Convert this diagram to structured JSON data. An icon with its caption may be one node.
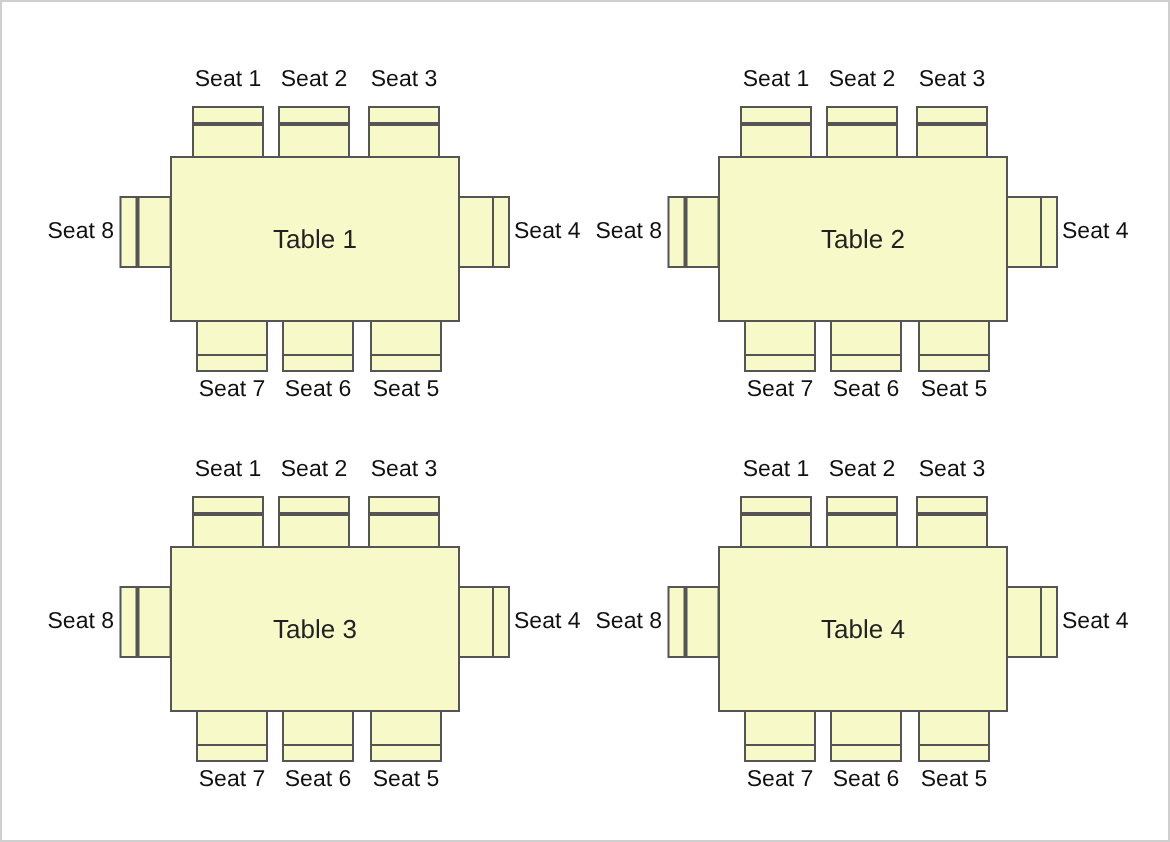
{
  "diagram": {
    "nodes": [
      {
        "text": [
          "Table 1"
        ]
      },
      {
        "text": [
          "Seat 1"
        ]
      },
      {
        "text": [
          "Seat 2"
        ]
      },
      {
        "text": [
          "Seat 3"
        ]
      },
      {
        "text": [
          "Seat 4"
        ]
      },
      {
        "text": [
          "Seat 5"
        ]
      },
      {
        "text": [
          "Seat 6"
        ]
      },
      {
        "text": [
          "Seat 7"
        ]
      },
      {
        "text": [
          "Seat 8"
        ]
      },
      {
        "text": [
          "Table 2"
        ]
      },
      {
        "text": [
          "Seat 1"
        ]
      },
      {
        "text": [
          "Seat 2"
        ]
      },
      {
        "text": [
          "Seat 3"
        ]
      },
      {
        "text": [
          "Seat 4"
        ]
      },
      {
        "text": [
          "Seat 5"
        ]
      },
      {
        "text": [
          "Seat 6"
        ]
      },
      {
        "text": [
          "Seat 7"
        ]
      },
      {
        "text": [
          "Seat 8"
        ]
      },
      {
        "text": [
          "Table 3"
        ]
      },
      {
        "text": [
          "Seat 1"
        ]
      },
      {
        "text": [
          "Seat 2"
        ]
      },
      {
        "text": [
          "Seat 3"
        ]
      },
      {
        "text": [
          "Seat 4"
        ]
      },
      {
        "text": [
          "Seat 5"
        ]
      },
      {
        "text": [
          "Seat 6"
        ]
      },
      {
        "text": [
          "Seat 7"
        ]
      },
      {
        "text": [
          "Seat 8"
        ]
      },
      {
        "text": [
          "Table 4"
        ]
      },
      {
        "text": [
          "Seat 1"
        ]
      },
      {
        "text": [
          "Seat 2"
        ]
      },
      {
        "text": [
          "Seat 3"
        ]
      },
      {
        "text": [
          "Seat 4"
        ]
      },
      {
        "text": [
          "Seat 5"
        ]
      },
      {
        "text": [
          "Seat 6"
        ]
      },
      {
        "text": [
          "Seat 7"
        ]
      },
      {
        "text": [
          "Seat 8"
        ]
      }
    ],
    "edges": []
  }
}
